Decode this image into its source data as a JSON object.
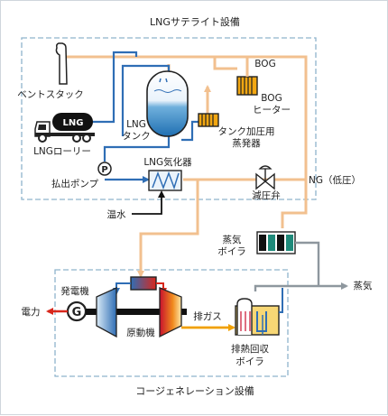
{
  "groups": {
    "lng_satellite": "LNGサテライト設備",
    "cogeneration": "コージェネレーション設備"
  },
  "labels": {
    "vent_stack": "ベントスタック",
    "lng_lorry": "LNGローリー",
    "lorry_tank_text": "LNG",
    "lng_tank": [
      "LNG",
      "タンク"
    ],
    "bog": "BOG",
    "bog_heater": [
      "BOG",
      "ヒーター"
    ],
    "tank_pressurizer": [
      "タンク加圧用",
      "蒸発器"
    ],
    "pump_symbol": "P",
    "discharge_pump": "払出ポンプ",
    "lng_vaporizer": "LNG気化器",
    "ng_low_pressure": "NG（低圧）",
    "pressure_reducing_valve": "減圧弁",
    "hot_water": "温水",
    "steam_boiler": [
      "蒸気",
      "ボイラ"
    ],
    "steam": "蒸気",
    "generator_symbol": "G",
    "generator": "発電機",
    "electricity": "電力",
    "prime_mover": "原動機",
    "exhaust_gas": "排ガス",
    "waste_heat_boiler": [
      "排熱回収",
      "ボイラ"
    ]
  },
  "colors": {
    "gas_pipe": "#f2c08f",
    "lng_pipe": "#2f6eb5",
    "black_flow": "#111111",
    "steam_pipe": "#8e979e",
    "electricity": "#d8271c",
    "exhaust": "#f0a000",
    "group_border": "#8fb3cc"
  }
}
